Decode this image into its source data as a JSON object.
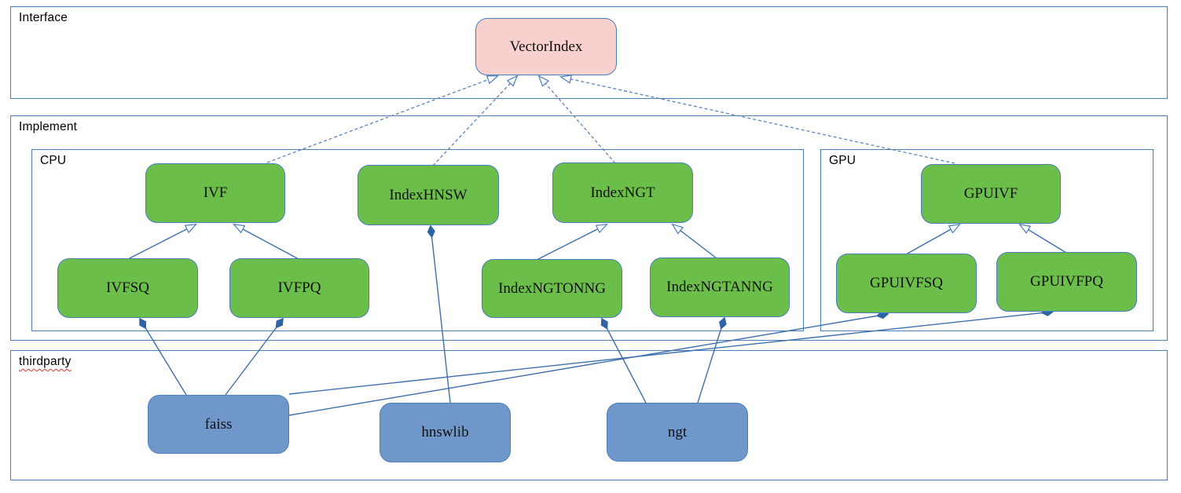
{
  "diagram": {
    "containers": {
      "interface": {
        "label": "Interface"
      },
      "implement": {
        "label": "Implement"
      },
      "cpu": {
        "label": "CPU"
      },
      "gpu": {
        "label": "GPU"
      },
      "thirdparty": {
        "label": "thirdparty"
      }
    },
    "nodes": {
      "vectorindex": {
        "label": "VectorIndex",
        "kind": "interface"
      },
      "ivf": {
        "label": "IVF",
        "kind": "implementation"
      },
      "indexhnsw": {
        "label": "IndexHNSW",
        "kind": "implementation"
      },
      "indexngt": {
        "label": "IndexNGT",
        "kind": "implementation"
      },
      "gpuivf": {
        "label": "GPUIVF",
        "kind": "implementation"
      },
      "ivfsq": {
        "label": "IVFSQ",
        "kind": "implementation"
      },
      "ivfpq": {
        "label": "IVFPQ",
        "kind": "implementation"
      },
      "indexngtonng": {
        "label": "IndexNGTONNG",
        "kind": "implementation"
      },
      "indexngtanng": {
        "label": "IndexNGTANNG",
        "kind": "implementation"
      },
      "gpuivfsq": {
        "label": "GPUIVFSQ",
        "kind": "implementation"
      },
      "gpuivfpq": {
        "label": "GPUIVFPQ",
        "kind": "implementation"
      },
      "faiss": {
        "label": "faiss",
        "kind": "thirdparty-lib"
      },
      "hnswlib": {
        "label": "hnswlib",
        "kind": "thirdparty-lib"
      },
      "ngt": {
        "label": "ngt",
        "kind": "thirdparty-lib"
      }
    },
    "relations": [
      {
        "from": "IVF",
        "to": "VectorIndex",
        "type": "realization-dashed-hollow-arrow"
      },
      {
        "from": "IndexHNSW",
        "to": "VectorIndex",
        "type": "realization-dashed-hollow-arrow"
      },
      {
        "from": "IndexNGT",
        "to": "VectorIndex",
        "type": "realization-dashed-hollow-arrow"
      },
      {
        "from": "GPUIVF",
        "to": "VectorIndex",
        "type": "realization-dashed-hollow-arrow"
      },
      {
        "from": "IVFSQ",
        "to": "IVF",
        "type": "generalization-hollow-arrow"
      },
      {
        "from": "IVFPQ",
        "to": "IVF",
        "type": "generalization-hollow-arrow"
      },
      {
        "from": "IndexNGTONNG",
        "to": "IndexNGT",
        "type": "generalization-hollow-arrow"
      },
      {
        "from": "IndexNGTANNG",
        "to": "IndexNGT",
        "type": "generalization-hollow-arrow"
      },
      {
        "from": "GPUIVFSQ",
        "to": "GPUIVF",
        "type": "generalization-hollow-arrow"
      },
      {
        "from": "GPUIVFPQ",
        "to": "GPUIVF",
        "type": "generalization-hollow-arrow"
      },
      {
        "from": "faiss",
        "to": "IVFSQ",
        "type": "composition-filled-diamond"
      },
      {
        "from": "faiss",
        "to": "IVFPQ",
        "type": "composition-filled-diamond"
      },
      {
        "from": "faiss",
        "to": "GPUIVFSQ",
        "type": "composition-filled-diamond"
      },
      {
        "from": "faiss",
        "to": "GPUIVFPQ",
        "type": "composition-filled-diamond"
      },
      {
        "from": "hnswlib",
        "to": "IndexHNSW",
        "type": "composition-filled-diamond"
      },
      {
        "from": "ngt",
        "to": "IndexNGTONNG",
        "type": "composition-filled-diamond"
      },
      {
        "from": "ngt",
        "to": "IndexNGTANNG",
        "type": "composition-filled-diamond"
      }
    ],
    "colors": {
      "container_border": "#4a7dbd",
      "interface_node_fill": "#f8d0cd",
      "implementation_node_fill": "#6cbe4b",
      "thirdparty_node_fill": "#7097ca",
      "edge_solid": "#3e6fae",
      "edge_dashed": "#5b82c4",
      "diamond_fill": "#2e64a6",
      "spellcheck_underline": "#e0342b",
      "text": "#000000"
    }
  }
}
